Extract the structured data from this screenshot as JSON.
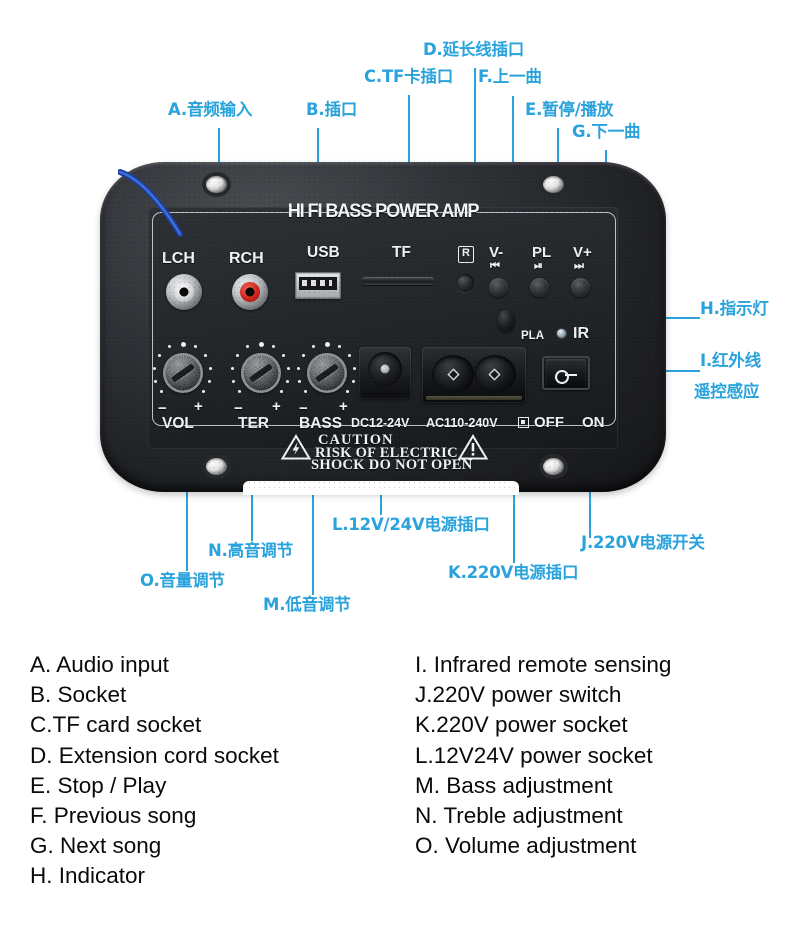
{
  "product": {
    "title": "HI FI BASS POWER AMP",
    "silkscreen": {
      "lch": "LCH",
      "rch": "RCH",
      "usb": "USB",
      "tf": "TF",
      "r_mark": "R",
      "vol_down": "V-",
      "play": "PL",
      "vol_up": "V+",
      "pla": "PLA",
      "ir": "IR",
      "vol_knob": "VOL",
      "ter_knob": "TER",
      "bass_knob": "BASS",
      "dc_input": "DC12-24V",
      "ac_input": "AC110-240V",
      "switch_off": "OFF",
      "switch_on": "ON",
      "minus": "−",
      "plus": "+",
      "caution_line1": "CAUTION",
      "caution_line2": "RISK OF ELECTRIC",
      "caution_line3": "SHOCK DO NOT OPEN",
      "prev_glyph": "⏮",
      "playpause_glyph": "⏯",
      "next_glyph": "⏭"
    }
  },
  "colors": {
    "callout_blue": "#2aa3dc",
    "board_black": "#26282c",
    "silk_white": "#f0f3f6",
    "rca_red": "#cf2418",
    "page_bg": "#ffffff"
  },
  "callouts": [
    {
      "id": "A",
      "text": "A.音频输入"
    },
    {
      "id": "B",
      "text": "B.插口"
    },
    {
      "id": "C",
      "text": "C.TF卡插口"
    },
    {
      "id": "D",
      "text": "D.延长线插口"
    },
    {
      "id": "E",
      "text": "E.暂停/播放"
    },
    {
      "id": "F",
      "text": "F.上一曲"
    },
    {
      "id": "G",
      "text": "G.下一曲"
    },
    {
      "id": "H",
      "text": "H.指示灯"
    },
    {
      "id": "I",
      "text": "I.红外线"
    },
    {
      "id": "I2",
      "text": "遥控感应"
    },
    {
      "id": "J",
      "text": "J.220V电源开关"
    },
    {
      "id": "K",
      "text": "K.220V电源插口"
    },
    {
      "id": "L",
      "text": "L.12V/24V电源插口"
    },
    {
      "id": "M",
      "text": "M.低音调节"
    },
    {
      "id": "N",
      "text": "N.高音调节"
    },
    {
      "id": "O",
      "text": "O.音量调节"
    }
  ],
  "legend": {
    "left_column": [
      "A. Audio input",
      "B. Socket",
      "C.TF card socket",
      "D. Extension cord socket",
      "E. Stop / Play",
      "F. Previous song",
      "G. Next song",
      "H. Indicator"
    ],
    "right_column": [
      "I. Infrared remote sensing",
      "J.220V power switch",
      "K.220V power socket",
      "L.12V24V power socket",
      "M. Bass adjustment",
      "N. Treble adjustment",
      "O. Volume adjustment"
    ]
  }
}
